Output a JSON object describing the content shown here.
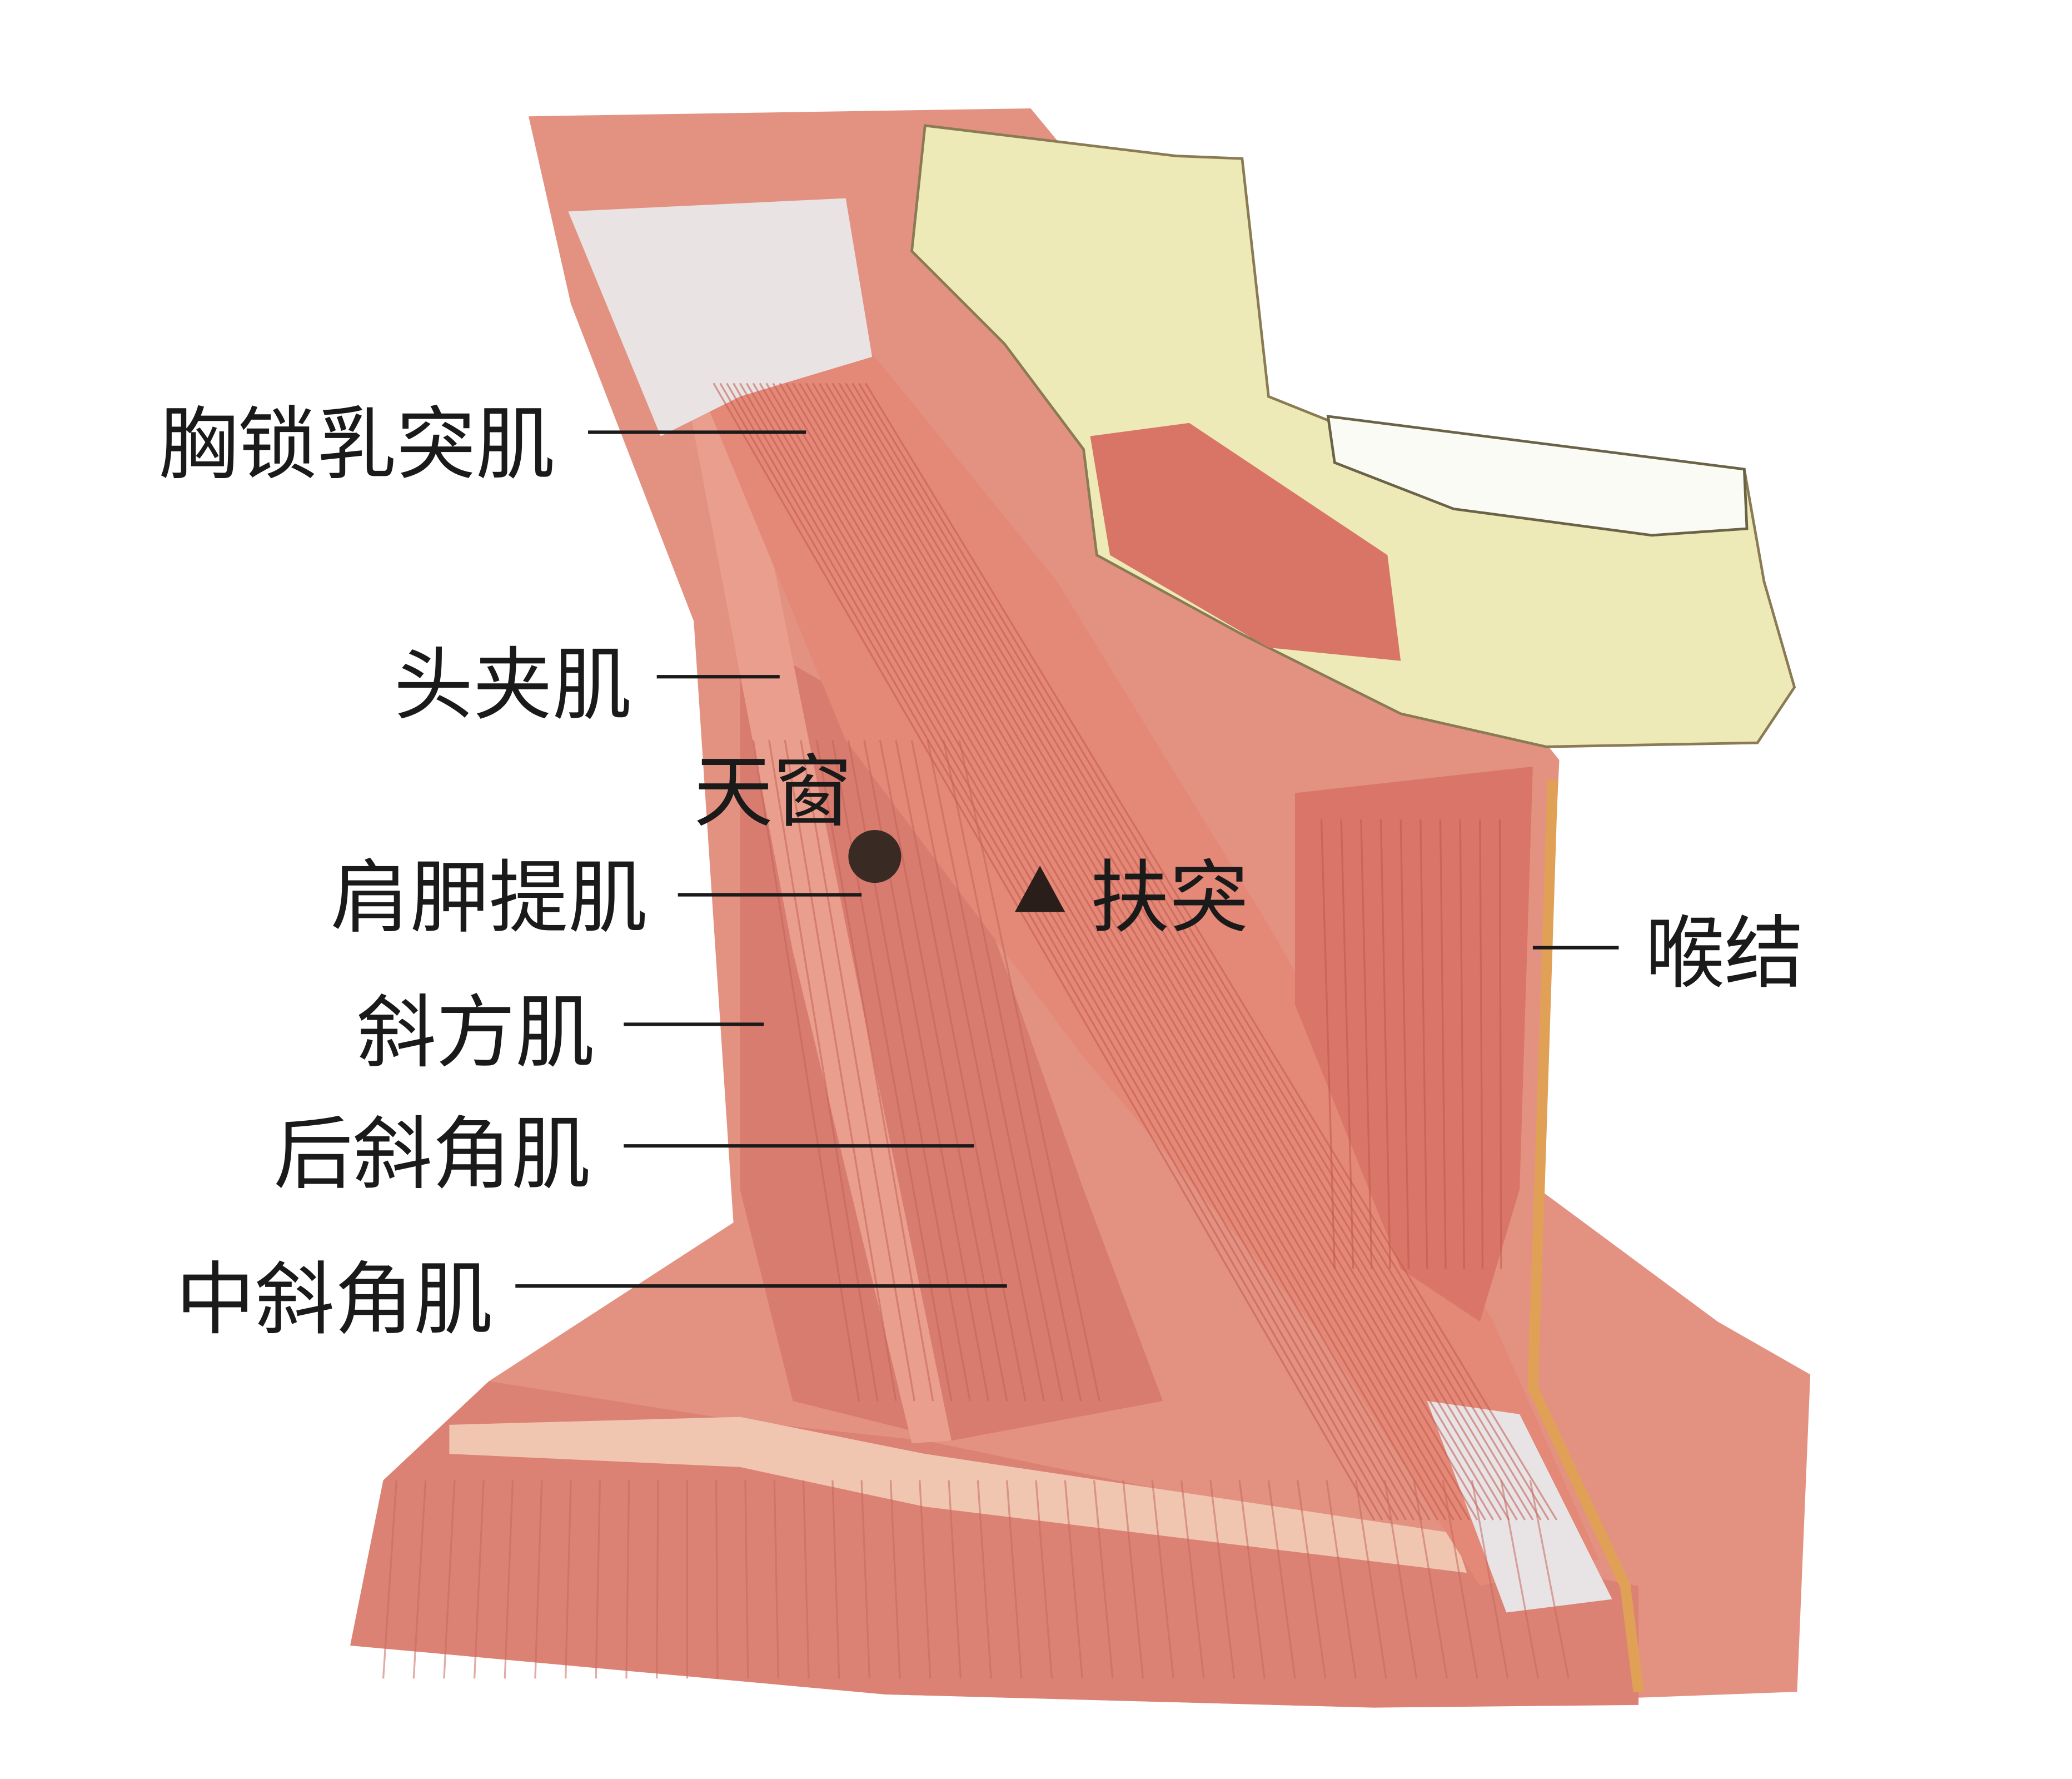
{
  "labels": {
    "sternocleidomastoid": "胸锁乳突肌",
    "splenius_capitis": "头夹肌",
    "tianchuang": "天窗",
    "levator_scapulae": "肩胛提肌",
    "futu": "扶突",
    "trapezius": "斜方肌",
    "posterior_scalene": "后斜角肌",
    "middle_scalene": "中斜角肌",
    "laryngeal_prominence": "喉结"
  },
  "markers": {
    "tianchuang_marker": "circle-dot",
    "futu_marker": "triangle"
  },
  "colors": {
    "muscle": "#e08a7c",
    "muscle_dark": "#c96a5e",
    "bone": "#efeab8",
    "tendon": "#e6e2e2",
    "text": "#1a1a1a"
  }
}
